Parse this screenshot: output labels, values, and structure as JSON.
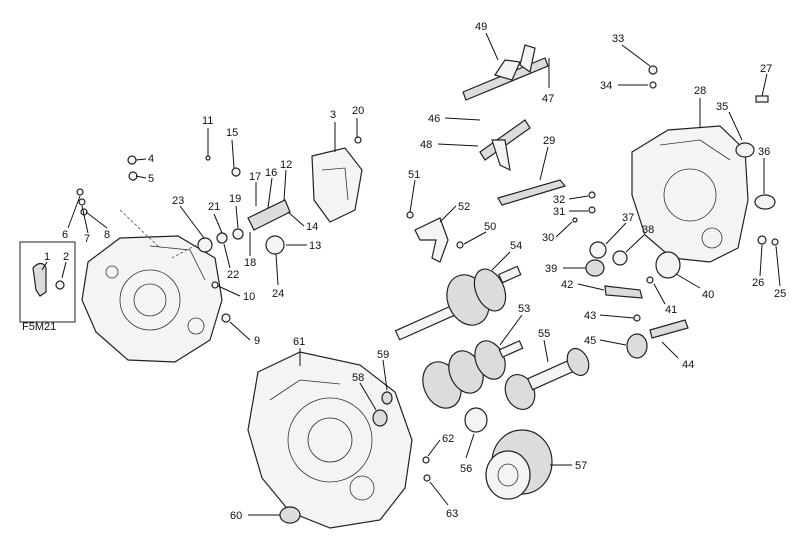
{
  "callouts": [
    "1",
    "2",
    "3",
    "4",
    "5",
    "6",
    "7",
    "8",
    "9",
    "10",
    "11",
    "12",
    "13",
    "14",
    "15",
    "16",
    "17",
    "18",
    "19",
    "20",
    "21",
    "22",
    "23",
    "24",
    "25",
    "26",
    "27",
    "28",
    "29",
    "30",
    "31",
    "32",
    "33",
    "34",
    "35",
    "36",
    "37",
    "38",
    "39",
    "40",
    "41",
    "42",
    "43",
    "44",
    "45",
    "46",
    "47",
    "48",
    "49",
    "50",
    "51",
    "52",
    "53",
    "54",
    "55",
    "56",
    "57",
    "58",
    "59",
    "60",
    "61",
    "62",
    "63"
  ],
  "inset": {
    "model_label": "F5M21"
  }
}
